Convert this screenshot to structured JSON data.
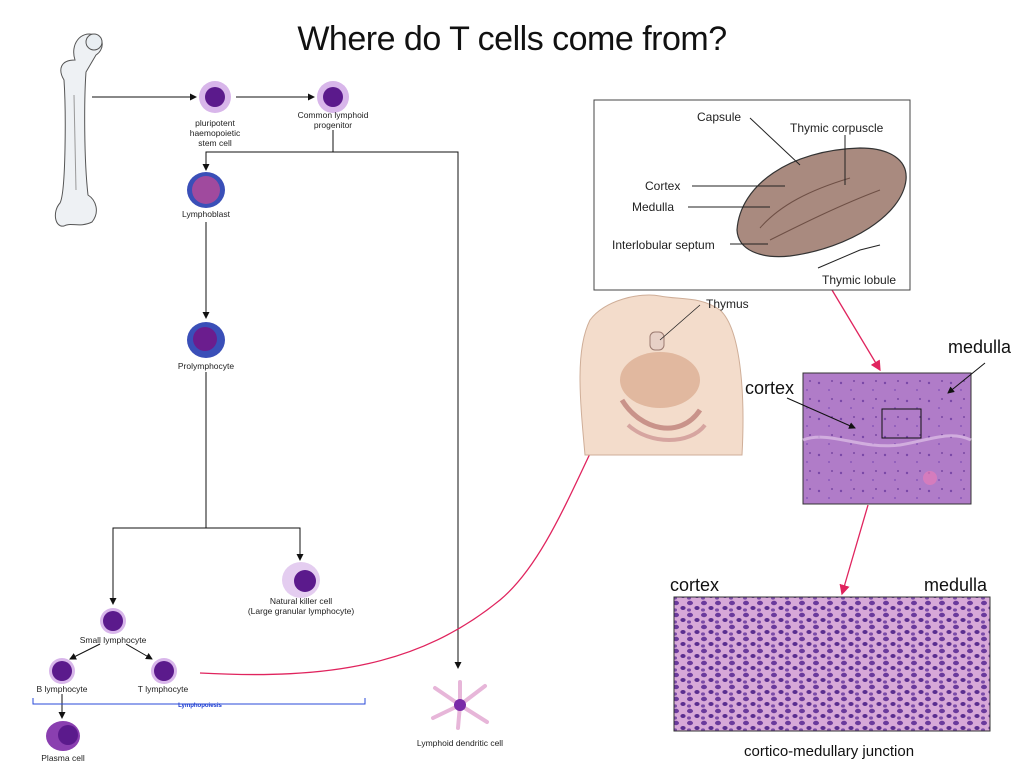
{
  "title": "Where do T cells come from?",
  "hematopoiesis": {
    "stem_cell": "pluripotent\nhaemopoietic\nstem cell",
    "common_progenitor": "Common lymphoid\nprogenitor",
    "lymphoblast": "Lymphoblast",
    "prolymphocyte": "Prolymphocyte",
    "nk_cell": "Natural killer cell\n(Large granular lymphocyte)",
    "small_lymphocyte": "Small lymphocyte",
    "b_lymphocyte": "B lymphocyte",
    "t_lymphocyte": "T lymphocyte",
    "plasma_cell": "Plasma cell",
    "dendritic_cell": "Lymphoid dendritic cell",
    "lymphopoiesis": "Lymphopoiesis"
  },
  "thymus_diagram": {
    "capsule": "Capsule",
    "thymic_corpuscle": "Thymic corpuscle",
    "cortex": "Cortex",
    "medulla": "Medulla",
    "interlobular_septum": "Interlobular septum",
    "thymic_lobule": "Thymic lobule",
    "thymus": "Thymus"
  },
  "histology": {
    "medulla_top": "medulla",
    "cortex_top": "cortex",
    "cortex_bottom": "cortex",
    "medulla_bottom": "medulla",
    "caption": "cortico-medullary junction"
  },
  "colors": {
    "cell_purple": "#5b1a8c",
    "cell_ring": "#c9a6e0",
    "blast_blue": "#3a4fb8",
    "arrow_pink": "#e0245e",
    "histo_purple": "#a46ab8"
  }
}
